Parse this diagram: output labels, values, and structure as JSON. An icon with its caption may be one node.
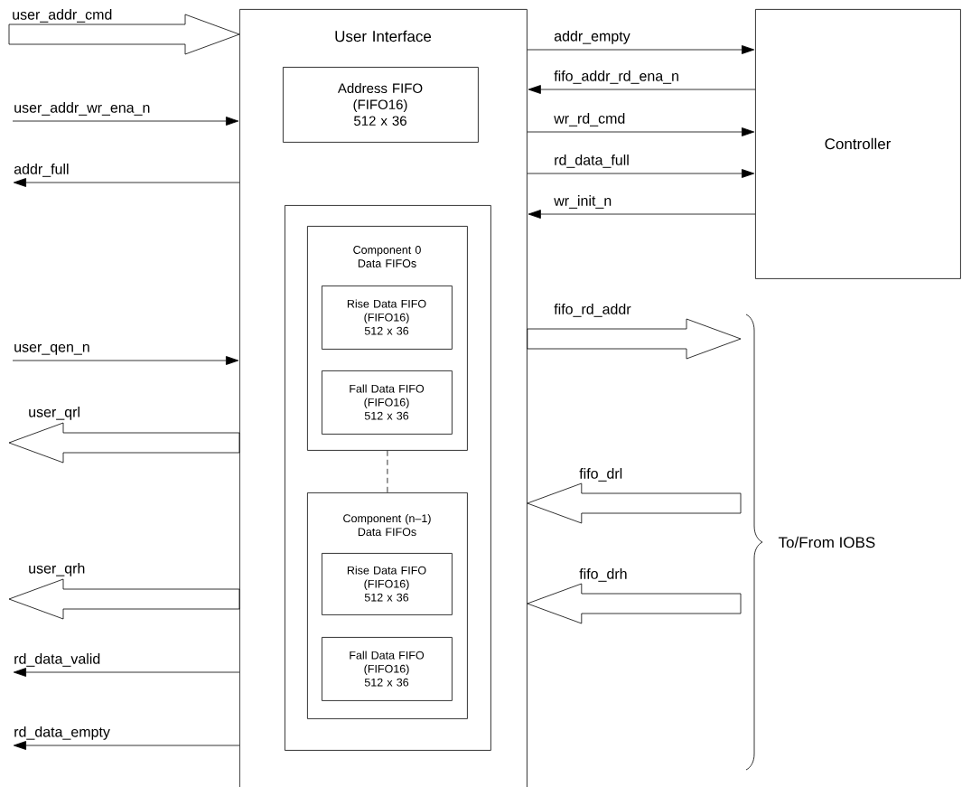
{
  "diagram": {
    "nodes": [
      {
        "text": [
          "User Interface"
        ]
      },
      {
        "text": [
          "Address FIFO",
          "(FIFO16)",
          "512 x 36"
        ],
        "in": 0
      },
      {
        "text": [],
        "shape": "box",
        "in": 0
      },
      {
        "text": [
          "Component 0 Data FIFOs"
        ],
        "in": 2
      },
      {
        "text": [
          "Rise Data FIFO",
          "(FIFO16)",
          "512 x 36"
        ],
        "in": 3
      },
      {
        "text": [
          "Fall Data FIFO",
          "(FIFO16)",
          "512 x 36"
        ],
        "in": 3
      },
      {
        "text": [
          "Component (n–1) Data FIFOs"
        ],
        "in": 2
      },
      {
        "text": [
          "Rise Data FIFO",
          "(FIFO16)",
          "512 x 36"
        ],
        "in": 6
      },
      {
        "text": [
          "Fall Data FIFO",
          "(FIFO16)",
          "512 x 36"
        ],
        "in": 6
      },
      {
        "text": [
          "Controller"
        ]
      }
    ],
    "edges": [
      {
        "from": null,
        "to": 0,
        "arrow": "to",
        "label": "user_addr_cmd",
        "style": "thick"
      },
      {
        "from": null,
        "to": 0,
        "arrow": "to",
        "label": "user_addr_wr_ena_n"
      },
      {
        "from": 0,
        "to": null,
        "arrow": "to",
        "label": "addr_full"
      },
      {
        "from": null,
        "to": 0,
        "arrow": "to",
        "label": "user_qen_n"
      },
      {
        "from": 0,
        "to": null,
        "arrow": "to",
        "label": "user_qrl",
        "style": "thick"
      },
      {
        "from": 0,
        "to": null,
        "arrow": "to",
        "label": "user_qrh",
        "style": "thick"
      },
      {
        "from": 0,
        "to": null,
        "arrow": "to",
        "label": "rd_data_valid"
      },
      {
        "from": 0,
        "to": null,
        "arrow": "to",
        "label": "rd_data_empty"
      },
      {
        "from": 0,
        "to": 9,
        "arrow": "to",
        "label": "addr_empty"
      },
      {
        "from": 9,
        "to": 0,
        "arrow": "to",
        "label": "fifo_addr_rd_ena_n"
      },
      {
        "from": 0,
        "to": 9,
        "arrow": "to",
        "label": "wr_rd_cmd"
      },
      {
        "from": 0,
        "to": 9,
        "arrow": "to",
        "label": "rd_data_full"
      },
      {
        "from": 9,
        "to": 0,
        "arrow": "to",
        "label": "wr_init_n"
      },
      {
        "from": 0,
        "to": null,
        "arrow": "to",
        "label": "fifo_rd_addr",
        "style": "thick"
      },
      {
        "from": null,
        "to": 0,
        "arrow": "to",
        "label": "fifo_drl",
        "style": "thick"
      },
      {
        "from": null,
        "to": 0,
        "arrow": "to",
        "label": "fifo_drh",
        "style": "thick"
      },
      {
        "from": 3,
        "to": 6,
        "arrow": "none",
        "style": "dashed"
      }
    ],
    "labels": [
      "To/From IOBS"
    ]
  }
}
